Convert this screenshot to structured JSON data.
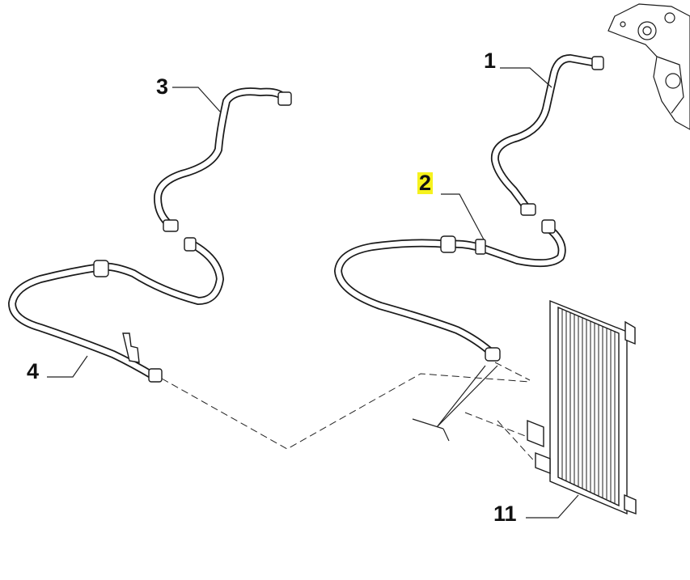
{
  "callouts": {
    "c1": "1",
    "c2": "2",
    "c3": "3",
    "c4": "4",
    "c11": "11"
  },
  "highlight_color": "#f6f21e",
  "highlighted_callout": "2"
}
